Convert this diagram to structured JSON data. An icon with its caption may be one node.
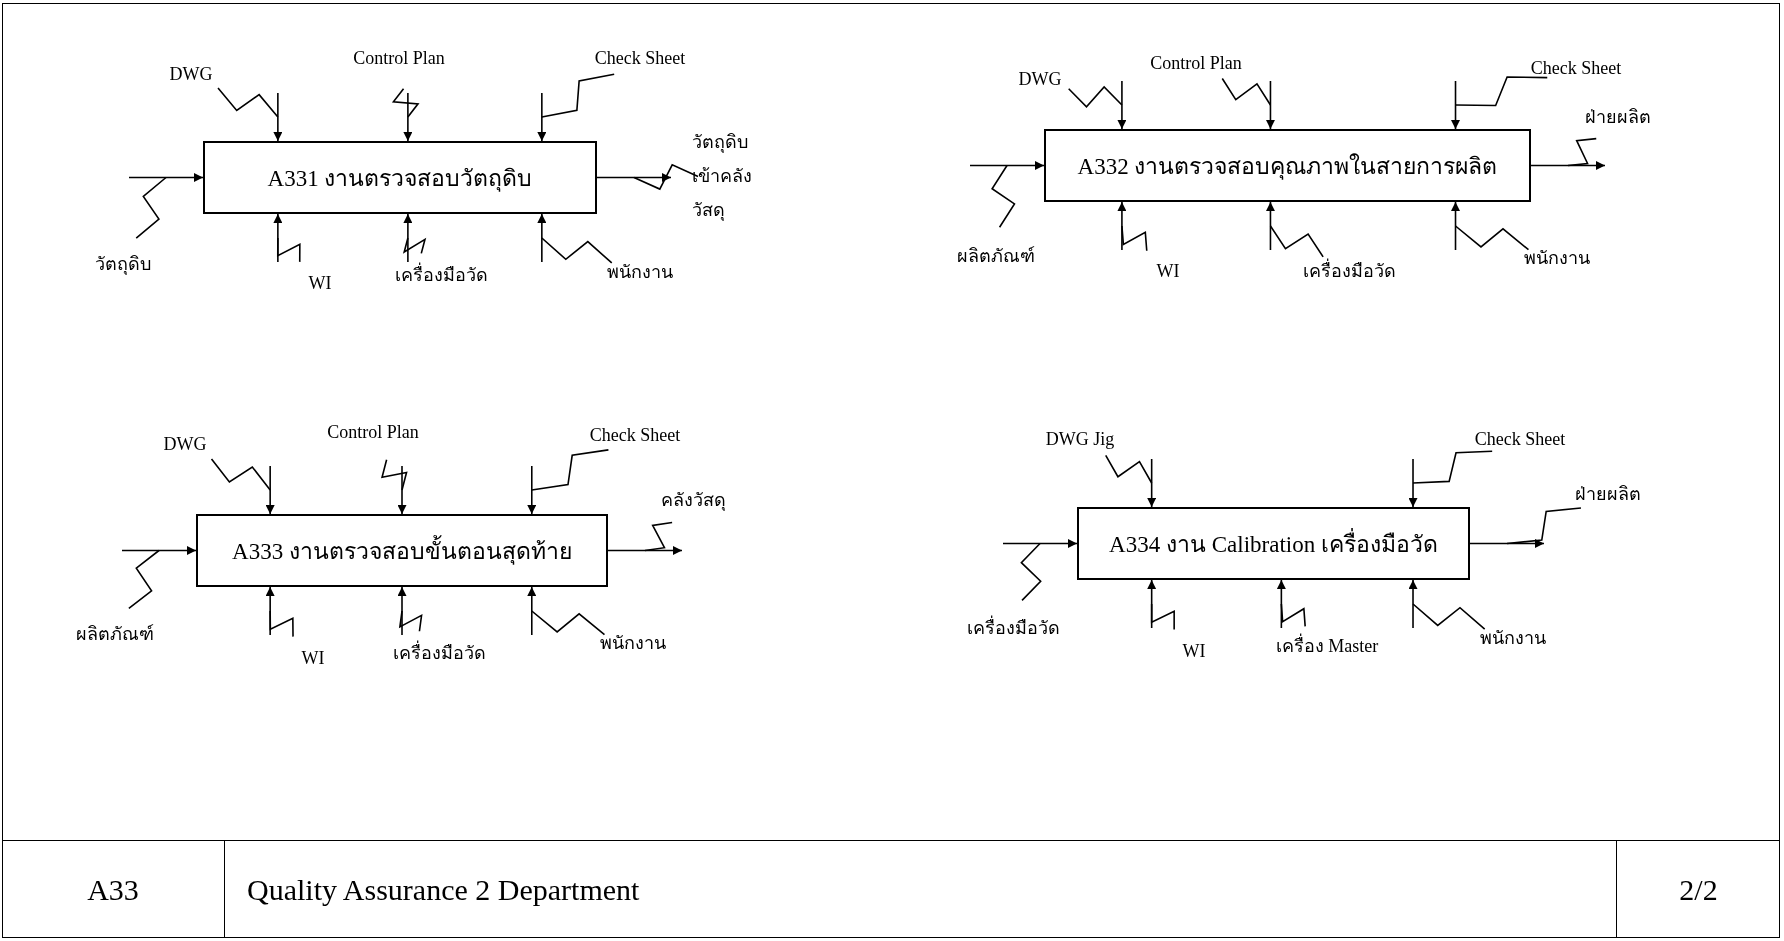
{
  "diagram": {
    "nodes": [
      {
        "text": [
          "A331 งานตรวจสอบวัตถุดิบ"
        ]
      },
      {
        "text": [
          "A332 งานตรวจสอบคุณภาพในสายการผลิต"
        ]
      },
      {
        "text": [
          "A333 งานตรวจสอบขั้นตอนสุดท้าย"
        ]
      },
      {
        "text": [
          "A334 งาน Calibration เครื่องมือวัด"
        ]
      }
    ],
    "edges": [
      {
        "from": null,
        "to": 0,
        "arrow": "to",
        "label": "วัตถุดิบ"
      },
      {
        "from": null,
        "to": 0,
        "arrow": "to",
        "label": "DWG"
      },
      {
        "from": null,
        "to": 0,
        "arrow": "to",
        "label": "Control Plan"
      },
      {
        "from": null,
        "to": 0,
        "arrow": "to",
        "label": "Check Sheet"
      },
      {
        "from": 0,
        "to": null,
        "arrow": "to",
        "label": "วัตถุดิบเข้าคลังวัสดุ"
      },
      {
        "from": null,
        "to": 0,
        "arrow": "to",
        "label": "WI"
      },
      {
        "from": null,
        "to": 0,
        "arrow": "to",
        "label": "เครื่องมือวัด"
      },
      {
        "from": null,
        "to": 0,
        "arrow": "to",
        "label": "พนักงาน"
      },
      {
        "from": null,
        "to": 1,
        "arrow": "to",
        "label": "ผลิตภัณฑ์"
      },
      {
        "from": null,
        "to": 1,
        "arrow": "to",
        "label": "DWG"
      },
      {
        "from": null,
        "to": 1,
        "arrow": "to",
        "label": "Control Plan"
      },
      {
        "from": null,
        "to": 1,
        "arrow": "to",
        "label": "Check Sheet"
      },
      {
        "from": 1,
        "to": null,
        "arrow": "to",
        "label": "ฝ่ายผลิต"
      },
      {
        "from": null,
        "to": 1,
        "arrow": "to",
        "label": "WI"
      },
      {
        "from": null,
        "to": 1,
        "arrow": "to",
        "label": "เครื่องมือวัด"
      },
      {
        "from": null,
        "to": 1,
        "arrow": "to",
        "label": "พนักงาน"
      },
      {
        "from": null,
        "to": 2,
        "arrow": "to",
        "label": "ผลิตภัณฑ์"
      },
      {
        "from": null,
        "to": 2,
        "arrow": "to",
        "label": "DWG"
      },
      {
        "from": null,
        "to": 2,
        "arrow": "to",
        "label": "Control Plan"
      },
      {
        "from": null,
        "to": 2,
        "arrow": "to",
        "label": "Check Sheet"
      },
      {
        "from": 2,
        "to": null,
        "arrow": "to",
        "label": "คลังวัสดุ"
      },
      {
        "from": null,
        "to": 2,
        "arrow": "to",
        "label": "WI"
      },
      {
        "from": null,
        "to": 2,
        "arrow": "to",
        "label": "เครื่องมือวัด"
      },
      {
        "from": null,
        "to": 2,
        "arrow": "to",
        "label": "พนักงาน"
      },
      {
        "from": null,
        "to": 3,
        "arrow": "to",
        "label": "เครื่องมือวัด"
      },
      {
        "from": null,
        "to": 3,
        "arrow": "to",
        "label": "DWG Jig"
      },
      {
        "from": null,
        "to": 3,
        "arrow": "to",
        "label": "Check Sheet"
      },
      {
        "from": 3,
        "to": null,
        "arrow": "to",
        "label": "ฝ่ายผลิต"
      },
      {
        "from": null,
        "to": 3,
        "arrow": "to",
        "label": "WI"
      },
      {
        "from": null,
        "to": 3,
        "arrow": "to",
        "label": "เครื่อง Master"
      },
      {
        "from": null,
        "to": 3,
        "arrow": "to",
        "label": "พนักงาน"
      }
    ],
    "labels": [
      "A33",
      "Quality Assurance 2 Department",
      "2/2"
    ]
  }
}
